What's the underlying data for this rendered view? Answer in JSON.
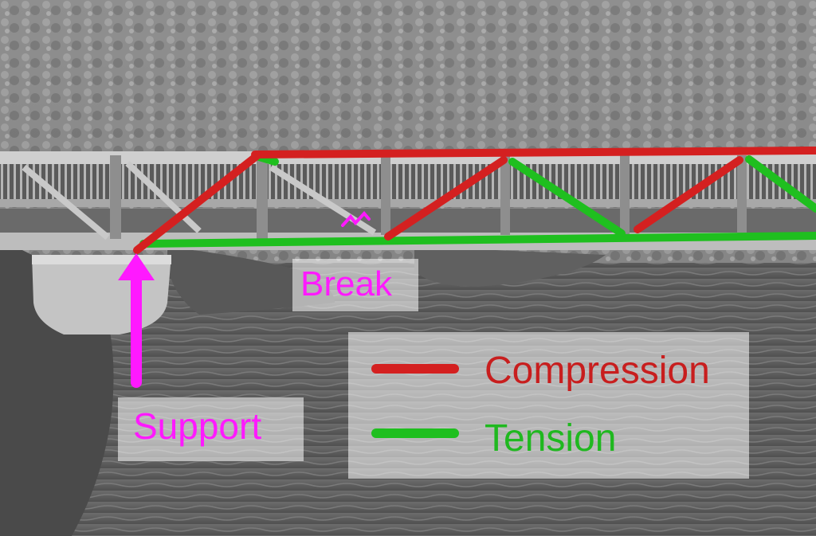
{
  "labels": {
    "break": "Break",
    "support": "Support"
  },
  "legend": {
    "compression": "Compression",
    "tension": "Tension"
  },
  "colors": {
    "compression": "#d42020",
    "tension": "#1fbf1f",
    "annotation": "#ff19ff"
  }
}
